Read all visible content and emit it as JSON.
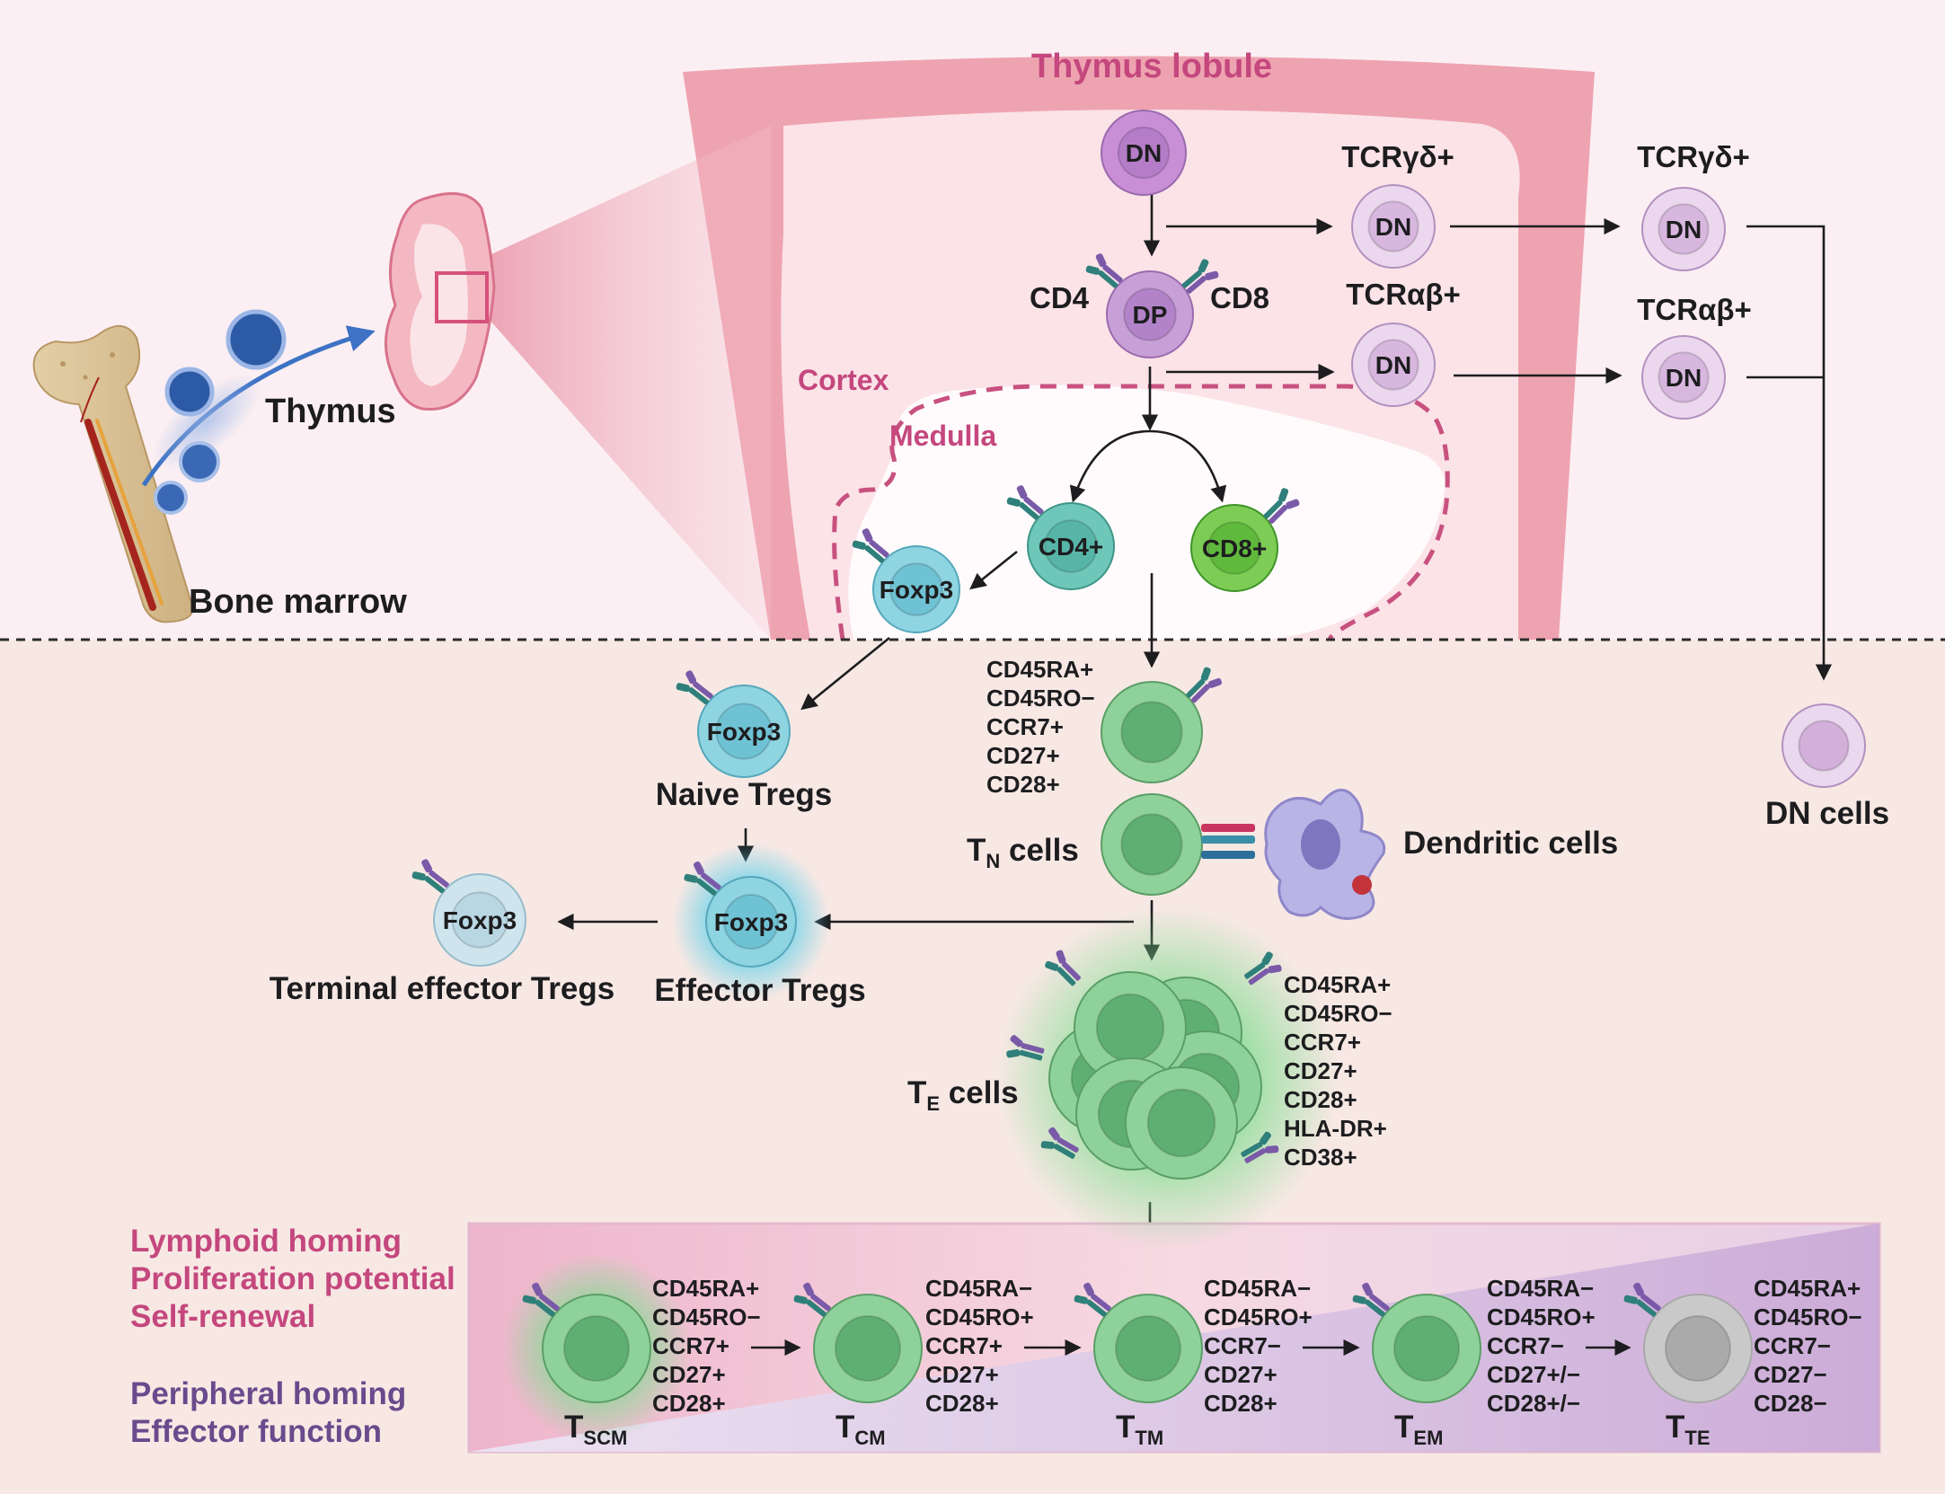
{
  "locations": {
    "thymus_lobule": "Thymus lobule",
    "cortex": "Cortex",
    "medulla": "Medulla",
    "thymus": "Thymus",
    "bone_marrow": "Bone marrow"
  },
  "thymus_cells": {
    "dn": "DN",
    "dp": "DP",
    "cd4_label": "CD4",
    "cd8_label": "CD8",
    "cd4_pos": "CD4+",
    "cd8_pos": "CD8+",
    "foxp3": "Foxp3",
    "tcr_gd": "TCRγδ+",
    "tcr_ab": "TCRαβ+"
  },
  "periphery": {
    "dn_cells": "DN cells",
    "naive_tregs": "Naive Tregs",
    "effector_tregs": "Effector Tregs",
    "terminal_effector_tregs": "Terminal  effector Tregs",
    "dendritic_cells": "Dendritic cells",
    "tn_markers": [
      "CD45RA+",
      "CD45RO−",
      "CCR7+",
      "CD27+",
      "CD28+"
    ],
    "te_markers": [
      "CD45RA+",
      "CD45RO−",
      "CCR7+",
      "CD27+",
      "CD28+",
      "HLA-DR+",
      "CD38+"
    ],
    "tn_label": {
      "main": "T",
      "sub": "N",
      "suffix": " cells"
    },
    "te_label": {
      "main": "T",
      "sub": "E",
      "suffix": " cells"
    }
  },
  "gradient": {
    "top": [
      "Lymphoid homing",
      "Proliferation potential",
      "Self-renewal"
    ],
    "bottom": [
      "Peripheral homing",
      "Effector function"
    ]
  },
  "subsets": [
    {
      "main": "T",
      "sub": "SCM",
      "markers": [
        "CD45RA+",
        "CD45RO−",
        "CCR7+",
        "CD27+",
        "CD28+"
      ]
    },
    {
      "main": "T",
      "sub": "CM",
      "markers": [
        "CD45RA−",
        "CD45RO+",
        "CCR7+",
        "CD27+",
        "CD28+"
      ]
    },
    {
      "main": "T",
      "sub": "TM",
      "markers": [
        "CD45RA−",
        "CD45RO+",
        "CCR7−",
        "CD27+",
        "CD28+"
      ]
    },
    {
      "main": "T",
      "sub": "EM",
      "markers": [
        "CD45RA−",
        "CD45RO+",
        "CCR7−",
        "CD27+/−",
        "CD28+/−"
      ]
    },
    {
      "main": "T",
      "sub": "TE",
      "markers": [
        "CD45RA+",
        "CD45RO−",
        "CCR7−",
        "CD27−",
        "CD28−"
      ]
    }
  ],
  "colors": {
    "thymus_frame": "#eea3b1",
    "dn_cell": "#c98fd6",
    "dp_cell": "#c8a0d8",
    "cd4_cell": "#6fc7b9",
    "cd8_cell": "#7ccc55",
    "foxp3_cell": "#8fd4e1",
    "t_cell": "#8fd19a",
    "te_final": "#c9c9c9",
    "text_pink": "#c4477d",
    "text_purple": "#6a4a8c"
  }
}
